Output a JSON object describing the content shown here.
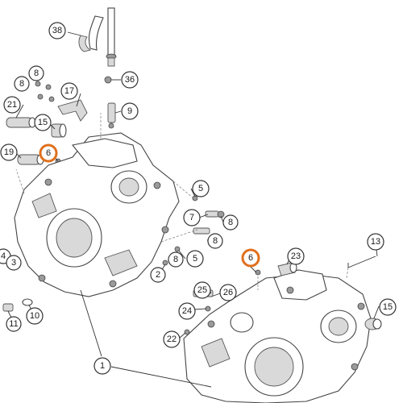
{
  "diagram": {
    "highlight_color": "#e0701e",
    "callouts": [
      {
        "id": "c38",
        "label": "38"
      },
      {
        "id": "c36",
        "label": "36"
      },
      {
        "id": "c8a",
        "label": "8"
      },
      {
        "id": "c8b",
        "label": "8"
      },
      {
        "id": "c17",
        "label": "17"
      },
      {
        "id": "c21",
        "label": "21"
      },
      {
        "id": "c9",
        "label": "9"
      },
      {
        "id": "c15a",
        "label": "15"
      },
      {
        "id": "c19",
        "label": "19"
      },
      {
        "id": "c6a",
        "label": "6",
        "highlighted": true
      },
      {
        "id": "c5a",
        "label": "5"
      },
      {
        "id": "c7",
        "label": "7"
      },
      {
        "id": "c8c",
        "label": "8"
      },
      {
        "id": "c8d",
        "label": "8"
      },
      {
        "id": "c5b",
        "label": "5"
      },
      {
        "id": "c4",
        "label": "4"
      },
      {
        "id": "c8e",
        "label": "8"
      },
      {
        "id": "c2",
        "label": "2"
      },
      {
        "id": "c3",
        "label": "3"
      },
      {
        "id": "c6b",
        "label": "6",
        "highlighted": true
      },
      {
        "id": "c23",
        "label": "23"
      },
      {
        "id": "c13",
        "label": "13"
      },
      {
        "id": "c25",
        "label": "25"
      },
      {
        "id": "c26",
        "label": "26"
      },
      {
        "id": "c24",
        "label": "24"
      },
      {
        "id": "c15b",
        "label": "15"
      },
      {
        "id": "c11",
        "label": "11"
      },
      {
        "id": "c10",
        "label": "10"
      },
      {
        "id": "c22",
        "label": "22"
      },
      {
        "id": "c1",
        "label": "1"
      }
    ]
  }
}
